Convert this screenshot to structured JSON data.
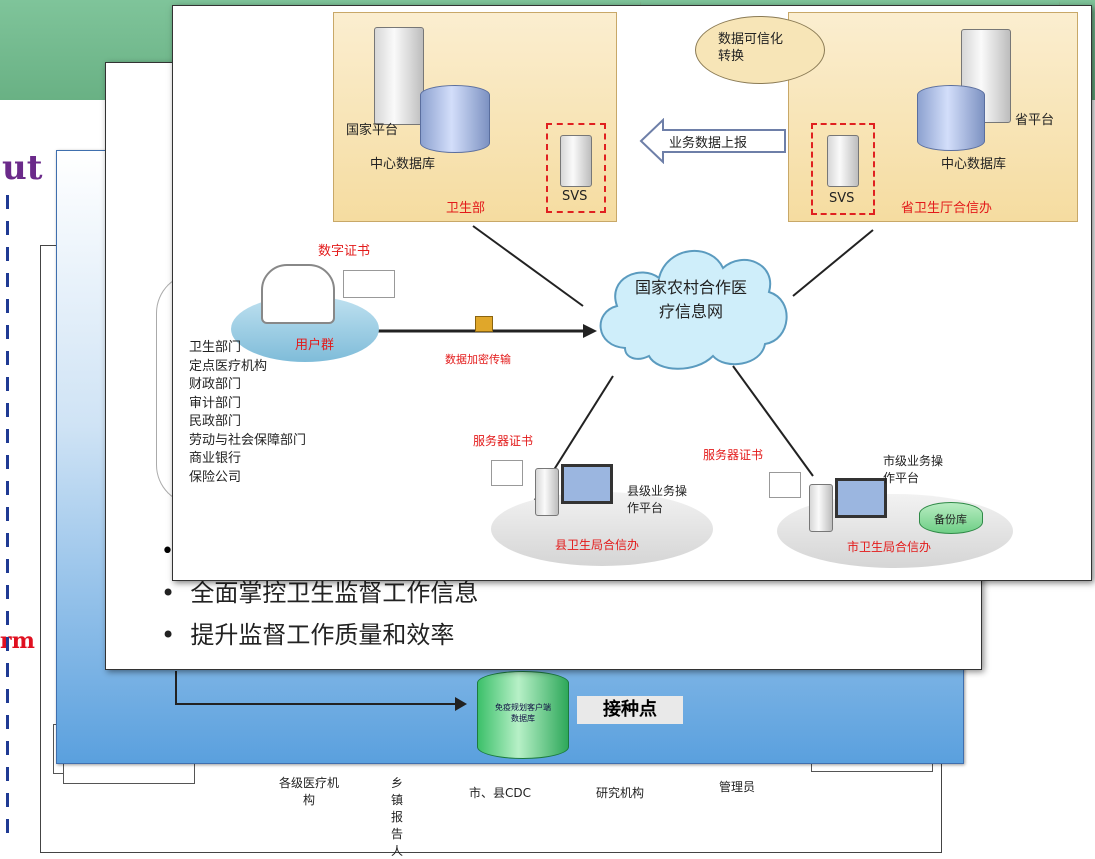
{
  "background": {
    "cut_text_top": "ut",
    "cut_text_mid": "rm"
  },
  "slide_b": {
    "bullets": [
      "全面掌控卫生监督工作信息",
      "提升监督工作质量和效率"
    ]
  },
  "slide_c": {
    "node_label": "接种点",
    "db_label": "免疫规划客户端数据库"
  },
  "slide_d": {
    "labels": [
      "各级医疗机构",
      "乡镇报告人",
      "市、县CDC",
      "研究机构",
      "管理员"
    ]
  },
  "diagram": {
    "speech_bubble": "数据可信化转换",
    "arrow_label": "业务数据上报",
    "national_platform": "国家平台",
    "central_db_left": "中心数据库",
    "svs_left": "SVS",
    "ministry": "卫生部",
    "provincial_platform": "省平台",
    "central_db_right": "中心数据库",
    "svs_right": "SVS",
    "provincial_office": "省卫生厅合信办",
    "cloud": "国家农村合作医疗信息网",
    "digital_cert": "数字证书",
    "user_group": "用户群",
    "encrypt": "数据加密传输",
    "user_list": [
      "卫生部门",
      "定点医疗机构",
      "财政部门",
      "审计部门",
      "民政部门",
      "劳动与社会保障部门",
      "商业银行",
      "保险公司"
    ],
    "server_cert_left": "服务器证书",
    "server_cert_right": "服务器证书",
    "county_platform": "县级业务操作平台",
    "county_office": "县卫生局合信办",
    "city_platform": "市级业务操作平台",
    "backup_db": "备份库",
    "city_office": "市卫生局合信办"
  }
}
